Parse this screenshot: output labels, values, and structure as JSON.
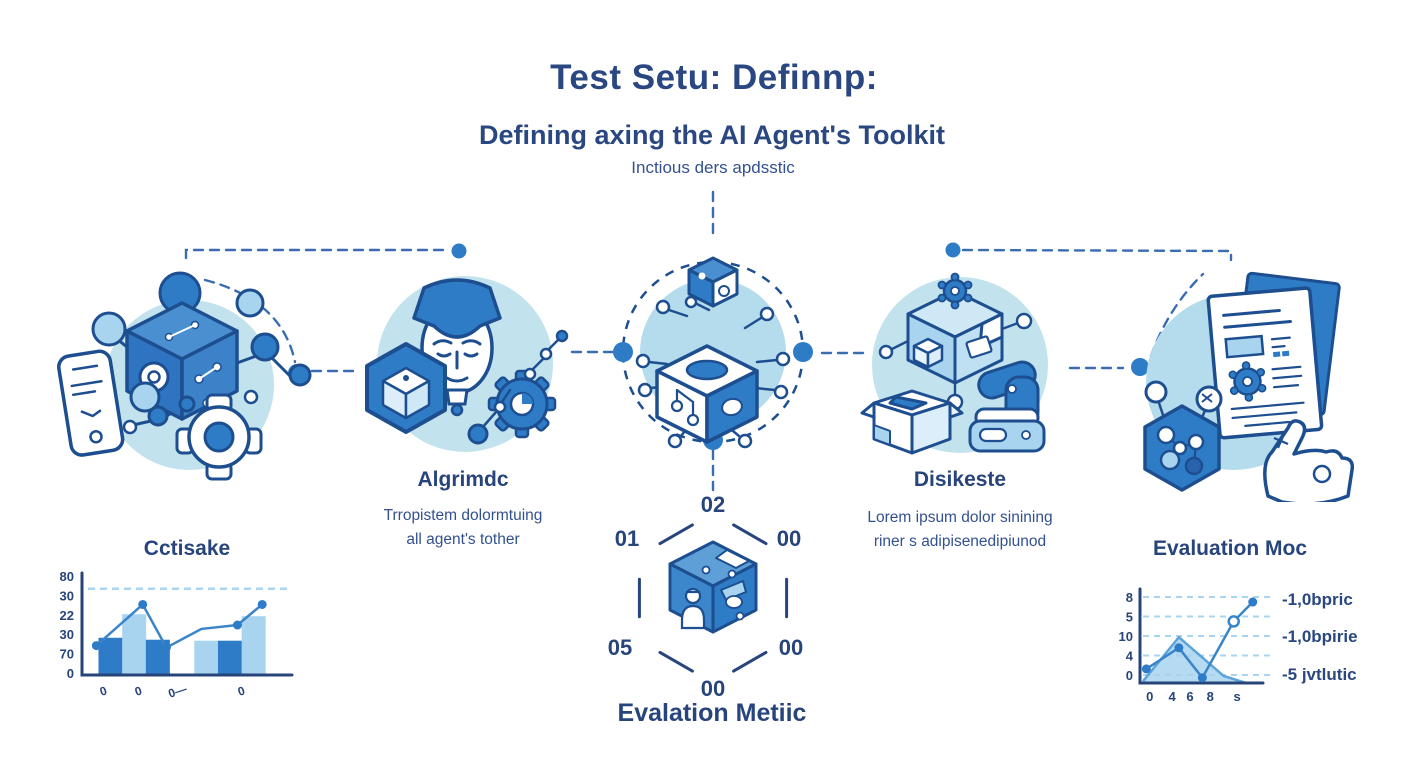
{
  "header": {
    "title": "Test Setu: Definnp:",
    "subtitle": "Defining axing the AI Agent's Toolkit",
    "tagline": "Inctious ders apdsstic"
  },
  "colors": {
    "navy_text": "#27447c",
    "outline": "#1d4e8f",
    "blue": "#2f7cc6",
    "mid_blue": "#4a8fd0",
    "light_blue": "#a9d4ef",
    "pale_circle": "#c2e2ed",
    "connector": "#3a6db0"
  },
  "clusters": [
    {
      "id": "data-network",
      "label": "Cctisake"
    },
    {
      "id": "algorithm",
      "label": "Algrimdc",
      "description": [
        "Trropistem dolormtuing",
        "all agent's tother"
      ]
    },
    {
      "id": "core-toolkit",
      "label": ""
    },
    {
      "id": "datasets",
      "label": "Disikeste",
      "description": [
        "Lorem ipsum dolor sinining",
        "riner s adipisenedipiunod"
      ]
    },
    {
      "id": "evaluation",
      "label": "Evaluation Moc"
    }
  ],
  "hexagon": {
    "label": "Evalation Metiic",
    "values": {
      "top": "02",
      "upper_left": "01",
      "upper_right": "00",
      "lower_left": "05",
      "lower_right": "00",
      "bottom": "00"
    }
  },
  "chart_data": [
    {
      "id": "left-mini-chart",
      "type": "bar+line",
      "title": "Cctisake",
      "ylim": [
        0,
        100
      ],
      "grid": "single dashed reference line",
      "legend_position": "none",
      "y_tick_labels": [
        "80",
        "30",
        "22",
        "30",
        "70",
        "0"
      ],
      "ref_line_value": 88,
      "bars": [
        {
          "fx": 0.08,
          "value": 38,
          "shade": "dark"
        },
        {
          "fx": 0.195,
          "value": 62,
          "shade": "light"
        },
        {
          "fx": 0.31,
          "value": 36,
          "shade": "dark"
        },
        {
          "fx": 0.545,
          "value": 35,
          "shade": "light"
        },
        {
          "fx": 0.66,
          "value": 35,
          "shade": "dark"
        },
        {
          "fx": 0.775,
          "value": 60,
          "shade": "light"
        }
      ],
      "line_points": [
        {
          "fx": 0.06,
          "value": 30,
          "dot": true
        },
        {
          "fx": 0.285,
          "value": 72,
          "dot": true
        },
        {
          "fx": 0.4,
          "value": 28,
          "dot": true
        },
        {
          "fx": 0.57,
          "value": 47,
          "dot": false
        },
        {
          "fx": 0.745,
          "value": 51,
          "dot": true
        },
        {
          "fx": 0.865,
          "value": 72,
          "dot": true
        }
      ],
      "x_ticks": [
        {
          "fx": 0.1,
          "label": "0"
        },
        {
          "fx": 0.27,
          "label": "0"
        },
        {
          "fx": 0.46,
          "label": "0—"
        },
        {
          "fx": 0.77,
          "label": "0"
        }
      ]
    },
    {
      "id": "right-mini-chart",
      "type": "line+area",
      "title": "Evaluation Moc",
      "ylim": [
        0,
        100
      ],
      "grid": "horizontal dashed gridlines",
      "legend_position": "right",
      "y_tick_labels": [
        "8",
        "5",
        "10",
        "4",
        "0"
      ],
      "legend": [
        "-1,0bpric",
        "-1,0bpirie",
        "-5 jvtlutic"
      ],
      "area_series": {
        "points": [
          {
            "fx": 0.0,
            "value": 2
          },
          {
            "fx": 0.32,
            "value": 52
          },
          {
            "fx": 0.72,
            "value": 8
          },
          {
            "fx": 0.92,
            "value": 0
          }
        ]
      },
      "marker_series": {
        "points": [
          {
            "fx": 0.03,
            "value": 16,
            "marker": "solid"
          },
          {
            "fx": 0.32,
            "value": 40,
            "marker": "solid"
          },
          {
            "fx": 0.53,
            "value": 6,
            "marker": "solid"
          },
          {
            "fx": 0.81,
            "value": 70,
            "marker": "open"
          },
          {
            "fx": 0.98,
            "value": 92,
            "marker": "solid"
          }
        ]
      },
      "x_ticks": [
        {
          "fx": 0.06,
          "label": "0"
        },
        {
          "fx": 0.26,
          "label": "4"
        },
        {
          "fx": 0.42,
          "label": "6"
        },
        {
          "fx": 0.6,
          "label": "8"
        },
        {
          "fx": 0.84,
          "label": "s"
        }
      ]
    }
  ]
}
